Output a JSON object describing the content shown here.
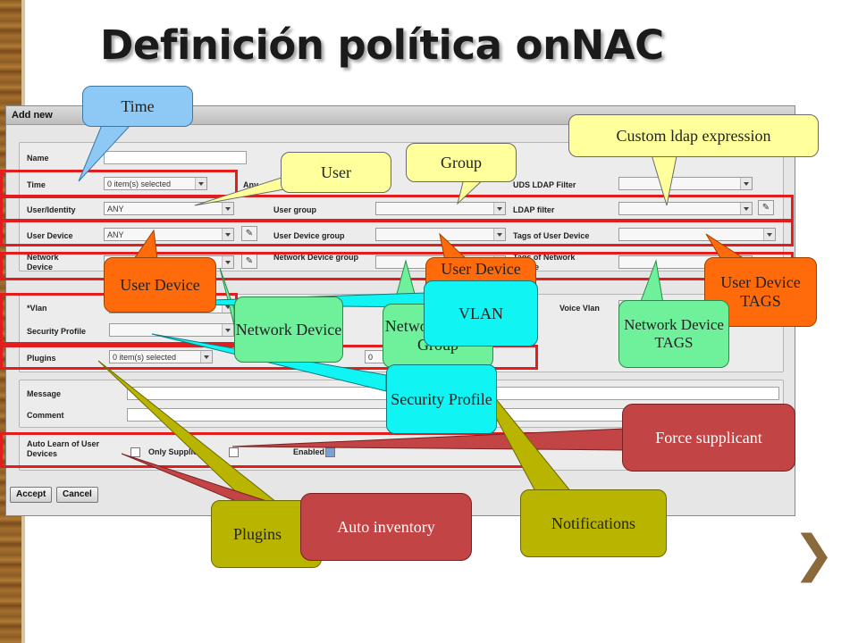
{
  "slide": {
    "title": "Definición política onNAC",
    "next_icon": "chevron-right-icon"
  },
  "dialog": {
    "title": "Add new",
    "fields": {
      "name": "Name",
      "time": "Time",
      "time_value": "0 item(s) selected",
      "time_any": "Any",
      "uds_ldap_filter": "UDS LDAP Filter",
      "user_identity": "User/Identity",
      "user_identity_value": "ANY",
      "user_group": "User group",
      "ldap_filter": "LDAP filter",
      "user_device": "User Device",
      "user_device_value": "ANY",
      "user_device_group": "User Device group",
      "tags_user_device": "Tags of User Device",
      "network_device": "Network Device",
      "network_device_group": "Network Device group",
      "tags_network_device": "Tags of Network Device",
      "vlan": "*Vlan",
      "voice_vlan": "Voice Vlan",
      "security_profile": "Security Profile",
      "plugins": "Plugins",
      "plugins_value": "0 item(s) selected",
      "plugins_value2": "0",
      "message": "Message",
      "comment": "Comment",
      "auto_learn": "Auto Learn of User Devices",
      "only_supplicant": "Only Supplicant",
      "enabled": "Enabled"
    },
    "buttons": {
      "accept": "Accept",
      "cancel": "Cancel"
    }
  },
  "callouts": {
    "time": "Time",
    "user": "User",
    "group": "Group",
    "custom_ldap": "Custom ldap expression",
    "user_device": "User Device",
    "network_device": "Network Device",
    "user_device_group": "User Device Group",
    "network_device_group": "Network Device Group",
    "vlan": "VLAN",
    "network_device_tags": "Network Device TAGS",
    "user_device_tags": "User Device TAGS",
    "security_profile": "Security Profile",
    "force_supplicant": "Force supplicant",
    "plugins": "Plugins",
    "auto_inventory": "Auto inventory",
    "notifications": "Notifications"
  },
  "colors": {
    "highlight": "#e21d1d",
    "callout_yellow": "#ffff9c",
    "callout_orange": "#ff6a0a",
    "callout_green": "#6ff09a",
    "callout_cyan": "#10f4f4",
    "callout_blue": "#8ec8f4",
    "callout_olive": "#b8b400",
    "callout_red": "#c34444"
  }
}
